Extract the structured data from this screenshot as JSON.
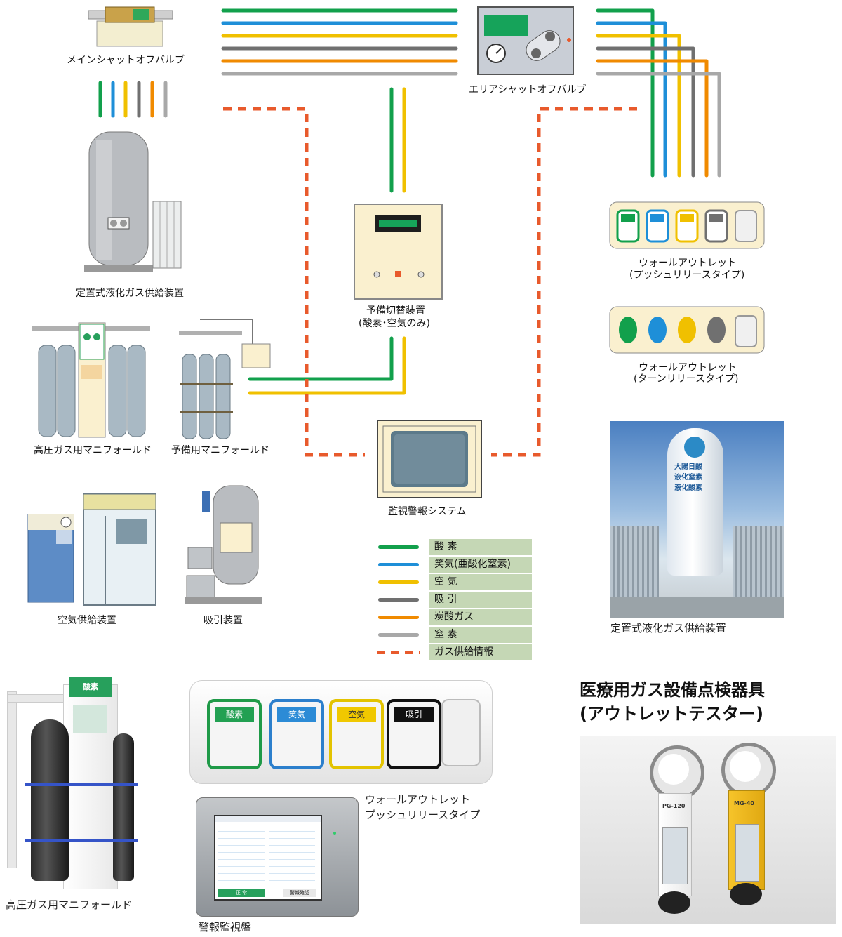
{
  "captions": {
    "main_valve": "メインシャットオフバルブ",
    "area_valve": "エリアシャットオフバルブ",
    "lgc_tank": "定置式液化ガス供給装置",
    "hp_manifold": "高圧ガス用マニフォールド",
    "backup_manifold": "予備用マニフォールド",
    "switch_unit_1": "予備切替装置",
    "switch_unit_2": "(酸素･空気のみ)",
    "wall_push_1": "ウォールアウトレット",
    "wall_push_2": "(プッシュリリースタイプ)",
    "wall_turn_1": "ウォールアウトレット",
    "wall_turn_2": "(ターンリリースタイプ)",
    "monitor": "監視警報システム",
    "air_supply": "空気供給装置",
    "suction": "吸引装置",
    "photo_lgc": "定置式液化ガス供給装置",
    "photo_hp_manifold": "高圧ガス用マニフォールド",
    "photo_wall_1": "ウォールアウトレット",
    "photo_wall_2": "プッシュリリースタイプ",
    "photo_alarm_panel": "警報監視盤",
    "tester_title_1": "医療用ガス設備点検器具",
    "tester_title_2": "(アウトレットテスター)"
  },
  "legend": [
    {
      "label": "酸 素",
      "color": "#12a04c",
      "style": "solid"
    },
    {
      "label": "笑気(亜酸化窒素)",
      "color": "#1e8fd8",
      "style": "solid"
    },
    {
      "label": "空 気",
      "color": "#f0c000",
      "style": "solid"
    },
    {
      "label": "吸 引",
      "color": "#707070",
      "style": "solid"
    },
    {
      "label": "炭酸ガス",
      "color": "#f08a00",
      "style": "solid"
    },
    {
      "label": "窒 素",
      "color": "#a8a8a8",
      "style": "solid"
    },
    {
      "label": "ガス供給情報",
      "color": "#e85a2c",
      "style": "dashed"
    }
  ],
  "outlet_labels": [
    "酸素",
    "笑気",
    "空気",
    "吸引"
  ],
  "tank_text": [
    "大陽日酸",
    "液化窒素",
    "液化酸素"
  ],
  "cylinder_text": [
    "酸",
    "素"
  ],
  "tester_models": [
    "PG-120",
    "MG-40"
  ],
  "alarm_panel_buttons": [
    "正 常",
    "警報確認"
  ]
}
